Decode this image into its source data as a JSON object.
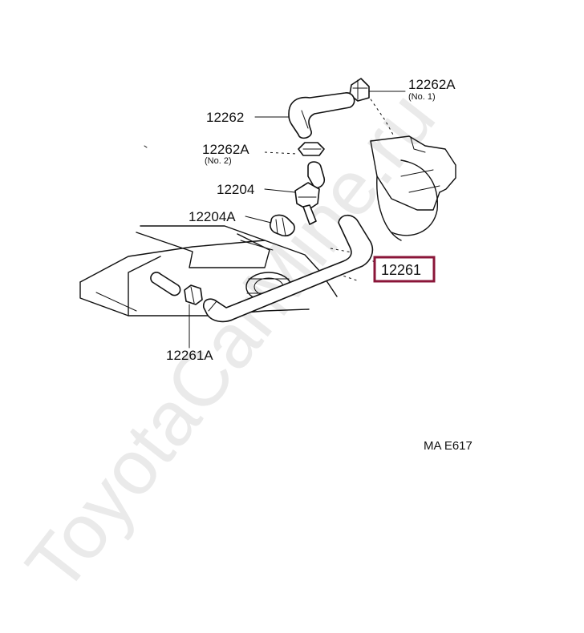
{
  "watermark": "ToyotaCarMine.ru",
  "diagram_code": "MA E617",
  "highlight_color": "#8a1538",
  "parts": {
    "p12262A_no1": {
      "label": "12262A",
      "sub": "(No. 1)"
    },
    "p12262": {
      "label": "12262"
    },
    "p12262A_no2": {
      "label": "12262A",
      "sub": "(No. 2)"
    },
    "p12204": {
      "label": "12204"
    },
    "p12204A": {
      "label": "12204A"
    },
    "p12261": {
      "label": "12261"
    },
    "p12261A": {
      "label": "12261A"
    }
  }
}
